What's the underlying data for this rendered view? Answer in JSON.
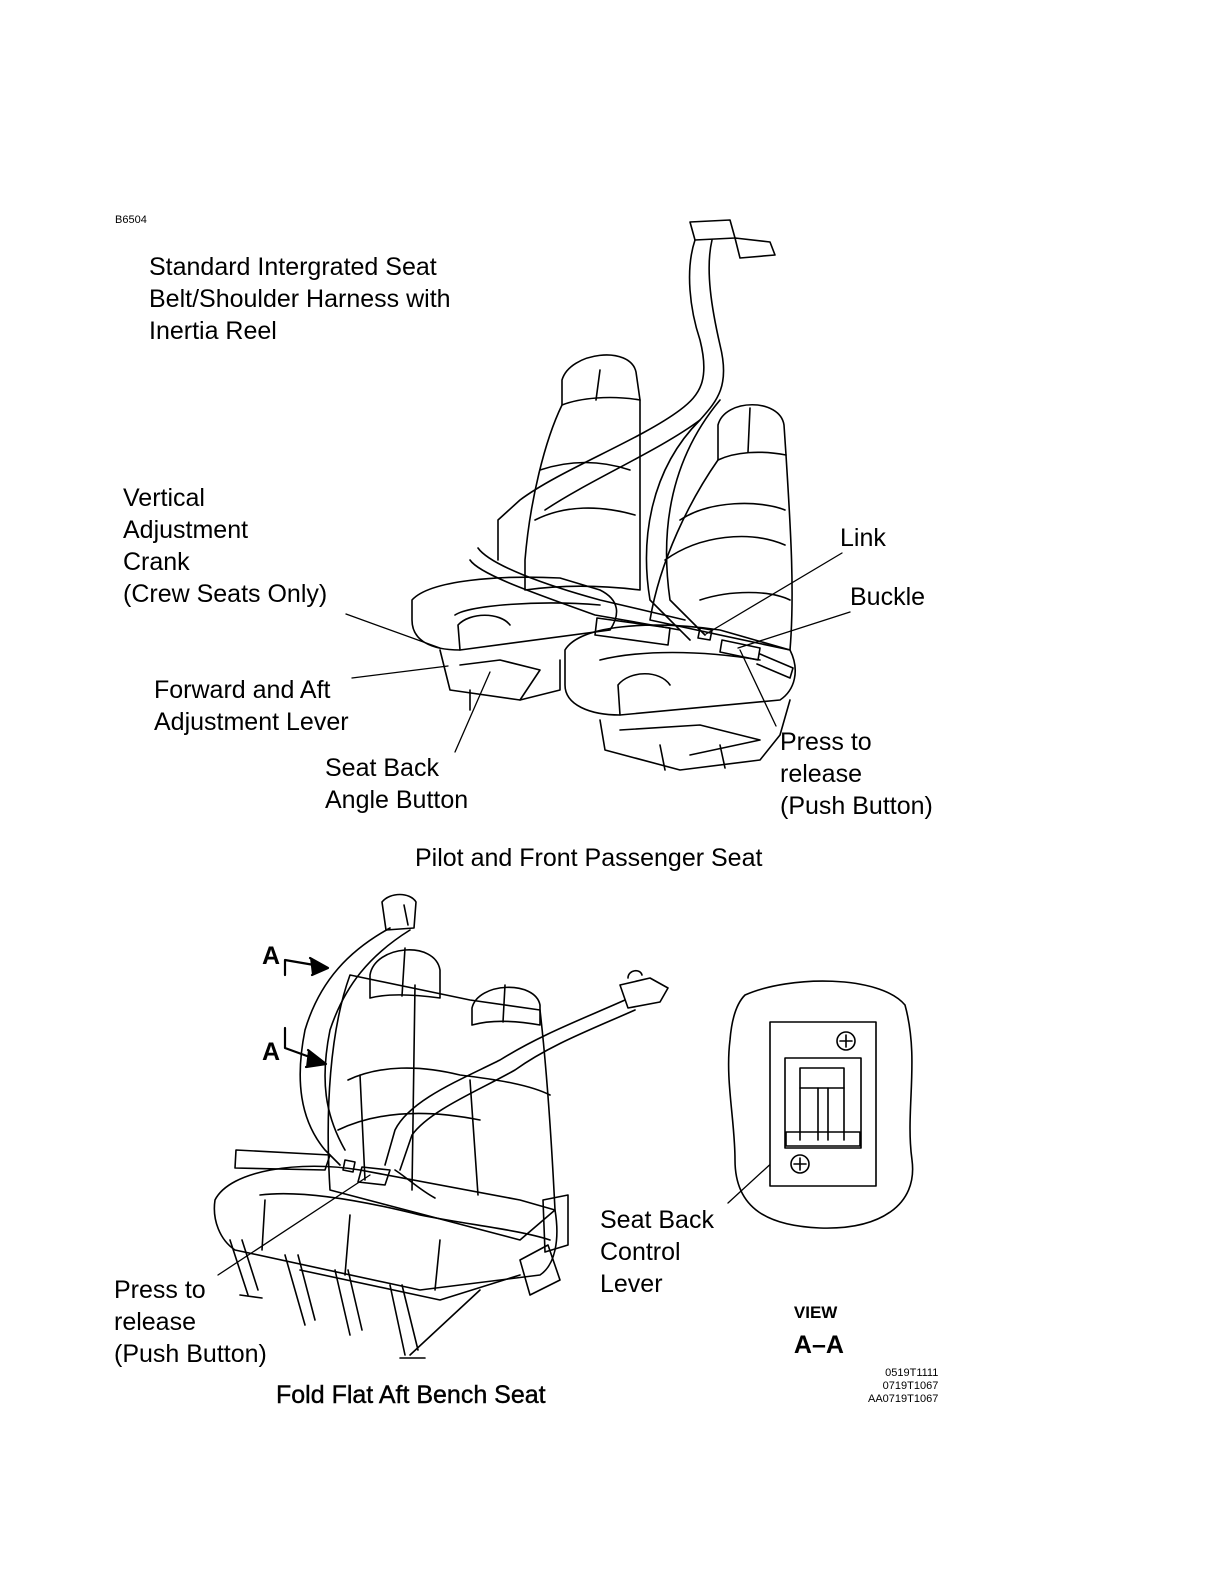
{
  "figure_id": "B6504",
  "top_labels": {
    "harness": "Standard Intergrated Seat\nBelt/Shoulder Harness with\nInertia Reel",
    "vertical_crank": "Vertical\nAdjustment\nCrank\n(Crew Seats Only)",
    "link": "Link",
    "buckle": "Buckle",
    "fwd_aft_lever": "Forward and Aft\nAdjustment Lever",
    "seat_back_button": "Seat Back\nAngle Button",
    "press_release_top": "Press to\nrelease\n(Push Button)"
  },
  "top_caption": "Pilot and Front Passenger Seat",
  "bottom_labels": {
    "arrow_a_upper": "A",
    "arrow_a_lower": "A",
    "press_release_bottom": "Press to\nrelease\n(Push Button)",
    "seat_back_control": "Seat Back\nControl\nLever",
    "view_prefix": "VIEW",
    "view_suffix": "A–A"
  },
  "bottom_caption": "Fold Flat Aft Bench Seat",
  "part_numbers": "0519T1111\n0719T1067\nAA0719T1067"
}
